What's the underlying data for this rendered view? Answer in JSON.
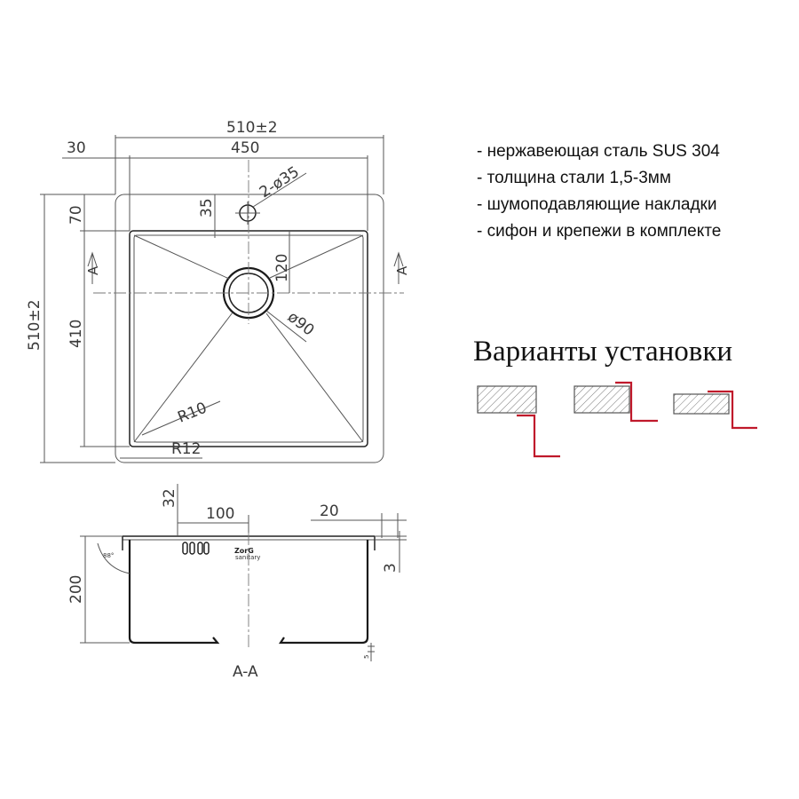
{
  "top_view": {
    "overall_width": "510±2",
    "bowl_width": "450",
    "side_offset": "30",
    "overall_depth": "510±2",
    "rim_front": "70",
    "bowl_depth": "410",
    "tap_offset": "35",
    "tap_holes": "2-ø35",
    "drain_offset": "120",
    "drain_diameter": "ø90",
    "inner_radius": "R10",
    "outer_radius": "R12",
    "section_mark_left": "A",
    "section_mark_right": "A"
  },
  "section_view": {
    "label": "A-A",
    "height": "200",
    "overflow_offset": "32",
    "overflow_spacing": "100",
    "rim_width": "20",
    "rim_thickness": "3",
    "angle": "88°",
    "base_mark": "5",
    "logo_text": "ZorG",
    "logo_sub": "sanitary"
  },
  "features": [
    "- нержавеющая сталь SUS 304",
    "- толщина стали 1,5-3мм",
    "- шумоподавляющие накладки",
    "- сифон и крепежи в комплекте"
  ],
  "installation": {
    "title": "Варианты установки",
    "accent_color": "#c0192b",
    "variants": [
      "undermount",
      "flush-mount",
      "top-mount"
    ]
  }
}
